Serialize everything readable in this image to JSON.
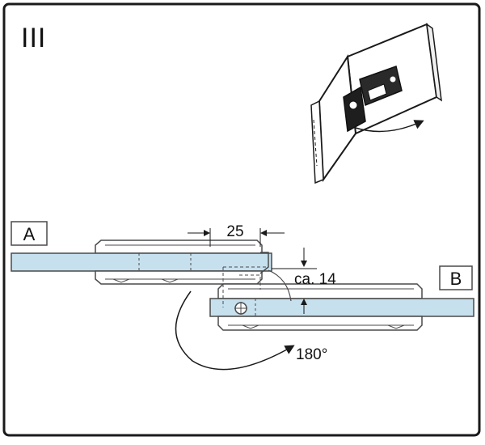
{
  "figure": {
    "step_label": "III",
    "label_a": "A",
    "label_b": "B",
    "dim_width": "25",
    "dim_offset": "ca. 14",
    "rotation": "180°"
  },
  "colors": {
    "frame": "#1a1a1a",
    "glass": "#c6e0ee",
    "glass_stroke": "#4a4a4a",
    "fitting": "#ffffff",
    "dark_part": "#222222"
  }
}
